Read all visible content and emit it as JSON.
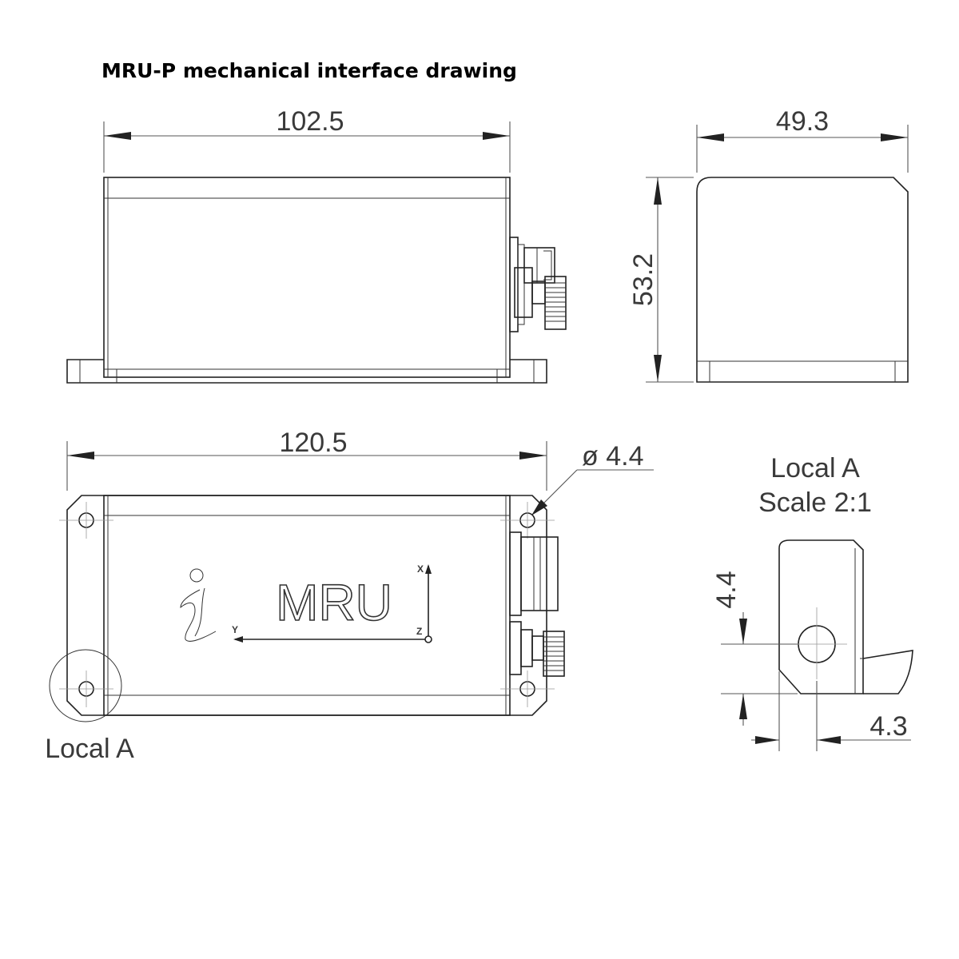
{
  "title": "MRU-P mechanical interface drawing",
  "dimensions": {
    "top_width": "102.5",
    "side_width": "49.3",
    "height": "53.2",
    "bottom_width": "120.5",
    "hole_diameter": "ø 4.4",
    "detail_vertical": "4.4",
    "detail_horizontal": "4.3"
  },
  "detail": {
    "title_line1": "Local A",
    "title_line2": "Scale 2:1"
  },
  "local_label": "Local A",
  "logo": {
    "brand": "MRU",
    "axis_x": "X",
    "axis_y": "Y",
    "axis_z": "Z"
  }
}
